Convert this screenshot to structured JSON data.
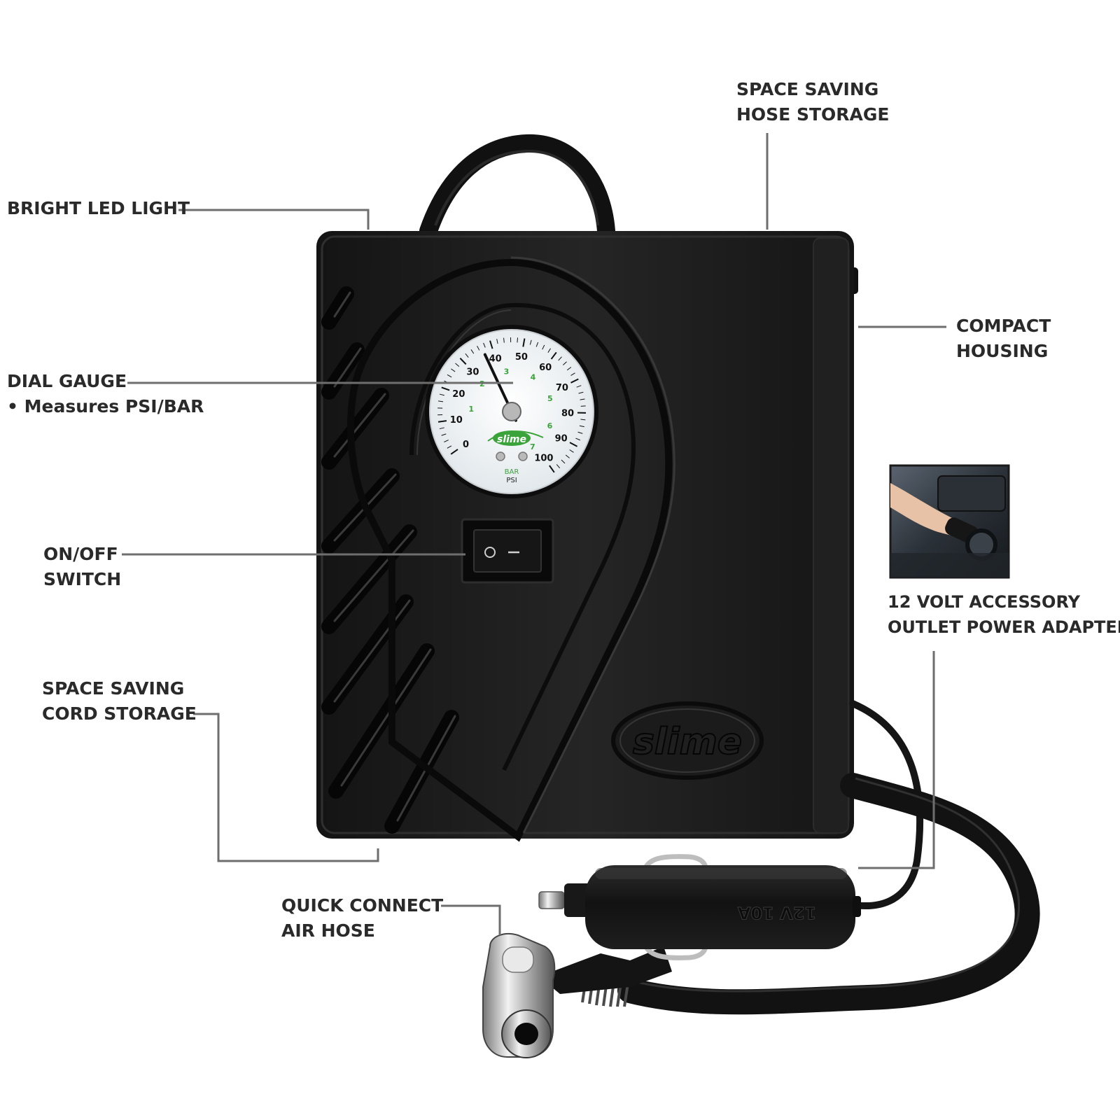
{
  "callouts": {
    "hose_storage": {
      "line1": "SPACE SAVING",
      "line2": "HOSE STORAGE"
    },
    "led_light": {
      "line1": "BRIGHT LED LIGHT"
    },
    "compact_housing": {
      "line1": "COMPACT",
      "line2": "HOUSING"
    },
    "dial_gauge": {
      "line1": "DIAL GAUGE",
      "line2": "• Measures PSI/BAR"
    },
    "on_off_switch": {
      "line1": "ON/OFF",
      "line2": "SWITCH"
    },
    "power_adapter": {
      "line1": "12 VOLT ACCESSORY",
      "line2": "OUTLET POWER ADAPTER"
    },
    "cord_storage": {
      "line1": "SPACE SAVING",
      "line2": "CORD STORAGE"
    },
    "air_hose": {
      "line1": "QUICK CONNECT",
      "line2": "AIR HOSE"
    }
  },
  "gauge": {
    "psi_ticks": [
      "0",
      "10",
      "20",
      "30",
      "40",
      "50",
      "60",
      "70",
      "80",
      "90",
      "100"
    ],
    "bar_ticks": [
      "1",
      "2",
      "3",
      "4",
      "5",
      "6",
      "7"
    ],
    "brand": "slime",
    "unit_bar": "BAR",
    "unit_psi": "PSI",
    "needle_psi": 37
  },
  "housing_brand": "slime",
  "plug_marking": "12V 10A",
  "colors": {
    "housing": "#1b1b1b",
    "leader_line": "#6e6e6e",
    "gauge_green": "#3aa33a",
    "text": "#2a2a2a"
  }
}
